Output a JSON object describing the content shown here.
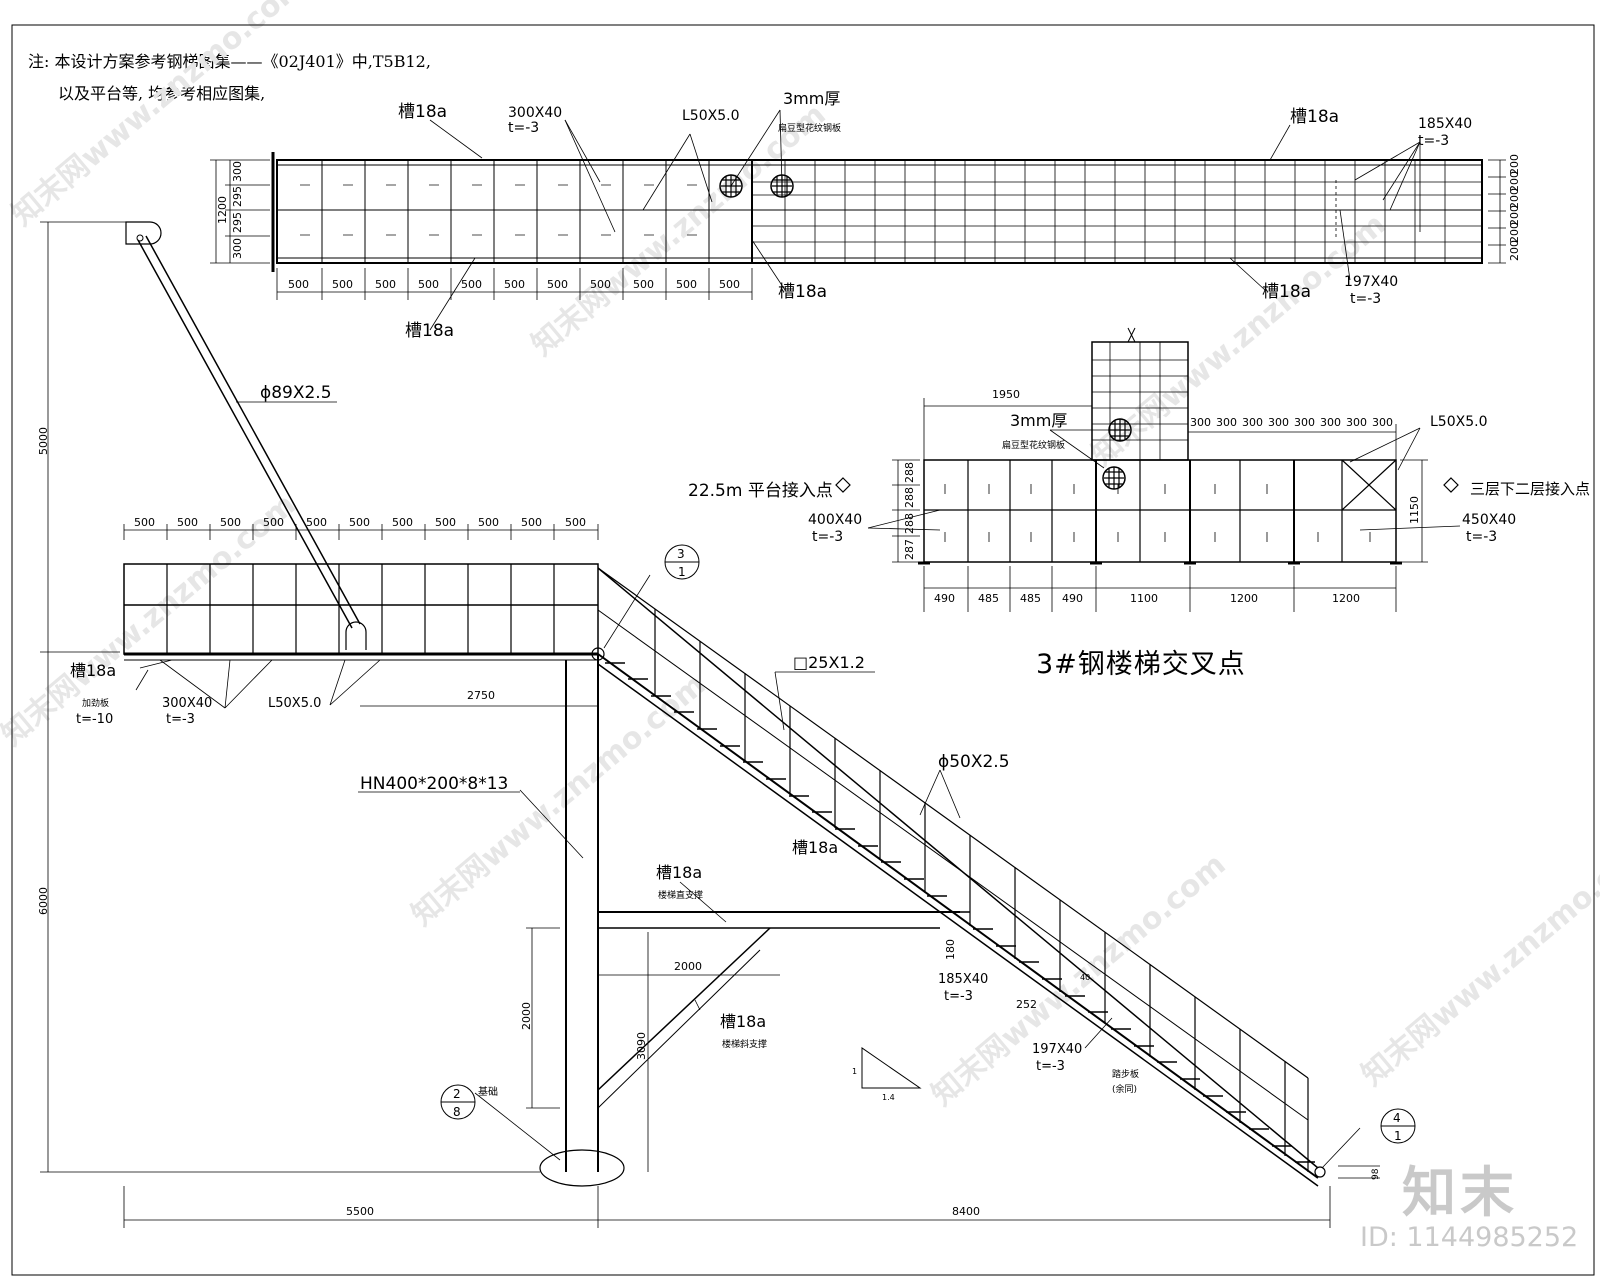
{
  "notes": {
    "line1": "注: 本设计方案参考钢梯图集——《02J401》中,T5B12,",
    "line2": "以及平台等, 均参考相应图集,"
  },
  "plan": {
    "label_ch18a_tl": "槽18a",
    "label_300x40": "300X40",
    "label_t3": "t=-3",
    "label_l50": "L50X5.0",
    "label_3mm": "3mm厚",
    "label_plate": "扁豆型花纹钢板",
    "label_ch18a_tr": "槽18a",
    "label_185x40": "185X40",
    "label_t3_tr": "t=-3",
    "label_ch18a_bl": "槽18a",
    "label_ch18a_bm": "槽18a",
    "label_ch18a_br": "槽18a",
    "label_197x40": "197X40",
    "label_t3_br": "t=-3",
    "dims_bottom": [
      "500",
      "500",
      "500",
      "500",
      "500",
      "500",
      "500",
      "500",
      "500",
      "500",
      "500"
    ],
    "dims_left": [
      "300",
      "295",
      "295",
      "300"
    ],
    "dim_total_left": "1200",
    "dims_right": [
      "200",
      "200",
      "200",
      "200",
      "200",
      "200"
    ]
  },
  "elevation": {
    "dim_5000": "5000",
    "dim_6000": "6000",
    "pipe_89": "ϕ89X2.5",
    "dims_top": [
      "500",
      "500",
      "500",
      "500",
      "500",
      "500",
      "500",
      "500",
      "500",
      "500",
      "500"
    ],
    "label_ch18a": "槽18a",
    "label_stiff": "加劲板",
    "label_t10": "t=-10",
    "label_300x40": "300X40",
    "label_t3": "t=-3",
    "label_l50": "L50X5.0",
    "dim_2750": "2750",
    "column": "HN400*200*8*13",
    "sq_tube": "□25X1.2",
    "pipe_50": "ϕ50X2.5",
    "stringer": "槽18a",
    "brace_h": "槽18a",
    "brace_h_note": "楼梯直支撑",
    "dim_2000h": "2000",
    "dim_2000v": "2000",
    "dim_3090": "3090",
    "brace_d": "槽18a",
    "brace_d_note": "楼梯斜支撑",
    "found_label": "基础",
    "dim_180": "180",
    "tread_185": "185X40",
    "tread_185_t": "t=-3",
    "dim_252": "252",
    "dim_40": "40",
    "tread_197": "197X40",
    "tread_197_t": "t=-3",
    "tread_note": "踏步板",
    "tread_note2": "(余同)",
    "slope": "1.4",
    "slope_1": "1",
    "dim_5500": "5500",
    "dim_8400": "8400",
    "dim_98": "98",
    "callout_3": {
      "top": "3",
      "bottom": "1"
    },
    "callout_2": {
      "top": "2",
      "bottom": "8"
    },
    "callout_4": {
      "top": "4",
      "bottom": "1"
    }
  },
  "junction": {
    "dim_1950": "1950",
    "label_3mm": "3mm厚",
    "label_plate": "扁豆型花纹钢板",
    "dims_300": [
      "300",
      "300",
      "300",
      "300",
      "300",
      "300",
      "300",
      "300"
    ],
    "label_l50": "L50X5.0",
    "left_conn": "22.5m 平台接入点",
    "right_conn": "三层下二层接入点",
    "label_400": "400X40",
    "label_400_t": "t=-3",
    "label_450": "450X40",
    "label_450_t": "t=-3",
    "dims_left": [
      "288",
      "288",
      "288",
      "287"
    ],
    "dim_1150": "1150",
    "dims_bottom": [
      "490",
      "485",
      "485",
      "490",
      "1100",
      "1200",
      "1200"
    ],
    "title": "3#钢楼梯交叉点"
  },
  "brand": {
    "logo": "知末",
    "id": "ID: 1144985252",
    "watermark": "知末网www.znzmo.com"
  }
}
